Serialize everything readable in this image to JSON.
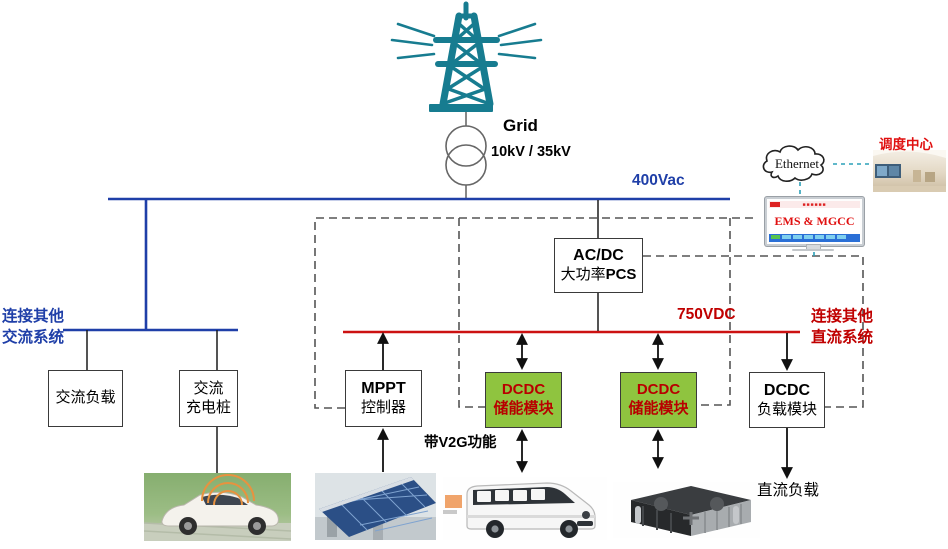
{
  "diagram": {
    "grid": {
      "label": "Grid",
      "voltage": "10kV / 35kV"
    },
    "buses": {
      "ac_label": "400Vac",
      "dc_label": "750VDC"
    },
    "notes": {
      "ac_link": {
        "line1": "连接其他",
        "line2": "交流系统"
      },
      "dc_link": {
        "line1": "连接其他",
        "line2": "直流系统"
      },
      "v2g": "带V2G功能",
      "dc_load": "直流负载"
    },
    "boxes": {
      "ac_load": {
        "line1": "交流负载"
      },
      "ac_charger": {
        "line1": "交流",
        "line2": "充电桩"
      },
      "acdc_pcs": {
        "line1": "AC/DC",
        "line2_prefix": "大功率",
        "line2_bold": "PCS"
      },
      "mppt": {
        "line1": "MPPT",
        "line2": "控制器"
      },
      "dcdc_storage": {
        "line1": "DCDC",
        "line2": "储能模块"
      },
      "dcdc_load": {
        "line1": "DCDC",
        "line2": "负载模块"
      }
    },
    "comm": {
      "ethernet": "Ethernet",
      "ems": "EMS & MGCC",
      "dispatch": "调度中心"
    },
    "colors": {
      "ac_bus": "#1F3FA8",
      "dc_bus": "#CC1111",
      "storage_green": "#8FC43F",
      "comm_teal": "#2BA0B8",
      "accent_red": "#C00000",
      "tower_teal": "#177C90",
      "dashed_gray": "#555555"
    }
  }
}
